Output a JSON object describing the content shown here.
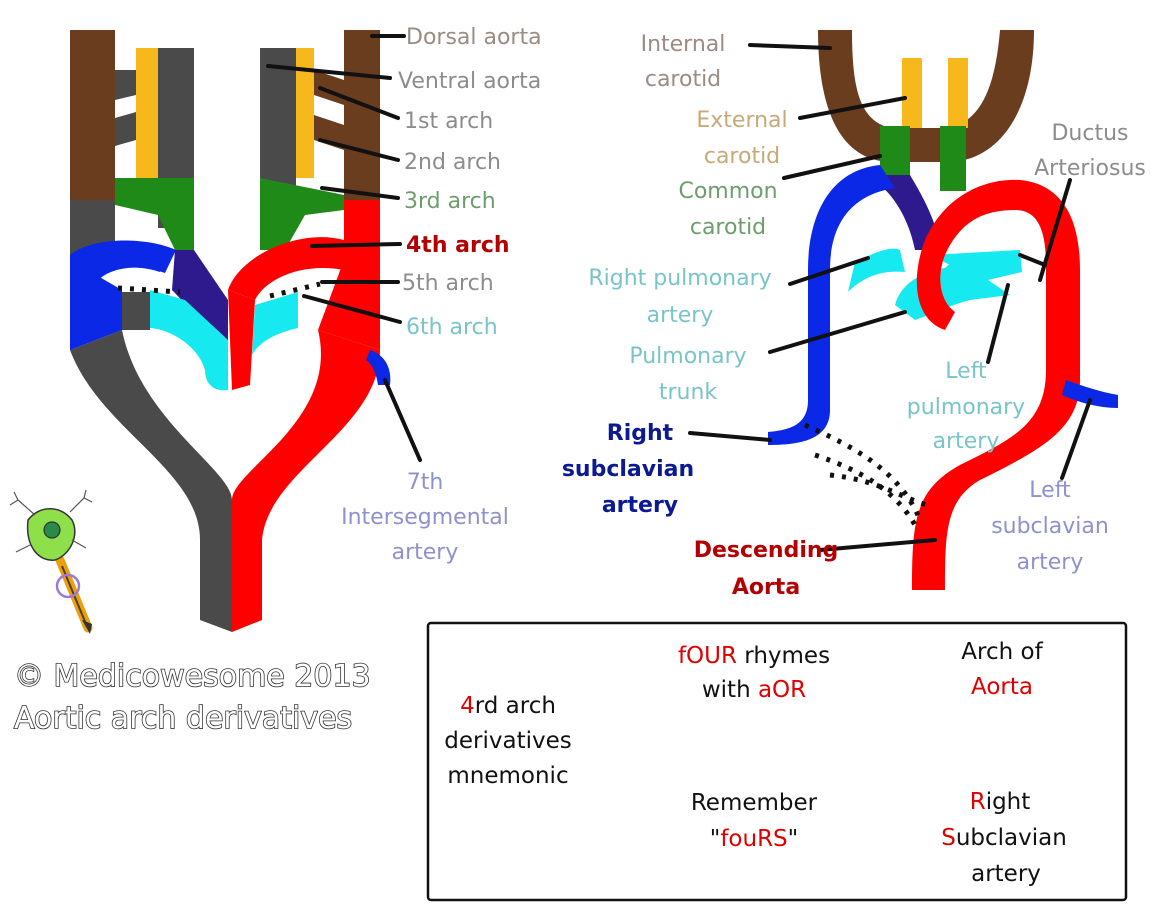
{
  "colors": {
    "dark_grey": "#4a4a4a",
    "brown": "#6b3d1f",
    "yellow": "#f7b81b",
    "green": "#1f8a18",
    "red": "#ff0000",
    "indigo": "#2e1a8c",
    "blue": "#0a28e6",
    "cyan": "#16eaf0",
    "label_grey": "#8c8c8c",
    "label_taupe": "#9a8b84",
    "label_tan": "#c7a979",
    "label_green": "#6e9d6d",
    "label_darkred": "#b40000",
    "label_teal": "#79c4c8",
    "label_lavender": "#8f90d0",
    "label_navy": "#0b1a92",
    "text_red": "#e00000"
  },
  "left_diagram": {
    "labels": {
      "dorsal_aorta": "Dorsal aorta",
      "ventral_aorta": "Ventral aorta",
      "arch1": "1st arch",
      "arch2": "2nd arch",
      "arch3": "3rd arch",
      "arch4": "4th arch",
      "arch5": "5th arch",
      "arch6": "6th arch",
      "seg7_line1": "7th",
      "seg7_line2": "Intersegmental",
      "seg7_line3": "artery"
    }
  },
  "right_diagram": {
    "labels": {
      "internal_carotid_1": "Internal",
      "internal_carotid_2": "carotid",
      "external_carotid_1": "External",
      "external_carotid_2": "carotid",
      "common_carotid_1": "Common",
      "common_carotid_2": "carotid",
      "ductus_1": "Ductus",
      "ductus_2": "Arteriosus",
      "rpa_1": "Right pulmonary",
      "rpa_2": "artery",
      "trunk_1": "Pulmonary",
      "trunk_2": "trunk",
      "lpa_1": "Left",
      "lpa_2": "pulmonary",
      "lpa_3": "artery",
      "rsa_1": "Right",
      "rsa_2": "subclavian",
      "rsa_3": "artery",
      "lsa_1": "Left",
      "lsa_2": "subclavian",
      "lsa_3": "artery",
      "desc_1": "Descending",
      "desc_2": "Aorta"
    }
  },
  "credit": {
    "copyright": "© Medicowesome 2013",
    "title": "Aortic arch derivatives"
  },
  "mnemonic": {
    "left_1_red": "4",
    "left_1_rest": "rd arch",
    "left_2": "derivatives",
    "left_3": "mnemonic",
    "c1_red": "fOUR",
    "c1_rest": " rhymes",
    "c1b_pre": "with ",
    "c1b_red": "aOR",
    "c2a": "Arch of",
    "c2b": "Aorta",
    "c3a": "Remember",
    "c3b_q1": "\"",
    "c3b_red": "fouRS",
    "c3b_q2": "\"",
    "c4a_red": "R",
    "c4a_rest": "ight",
    "c4b_red": "S",
    "c4b_rest": "ubclavian",
    "c4c": "artery"
  }
}
